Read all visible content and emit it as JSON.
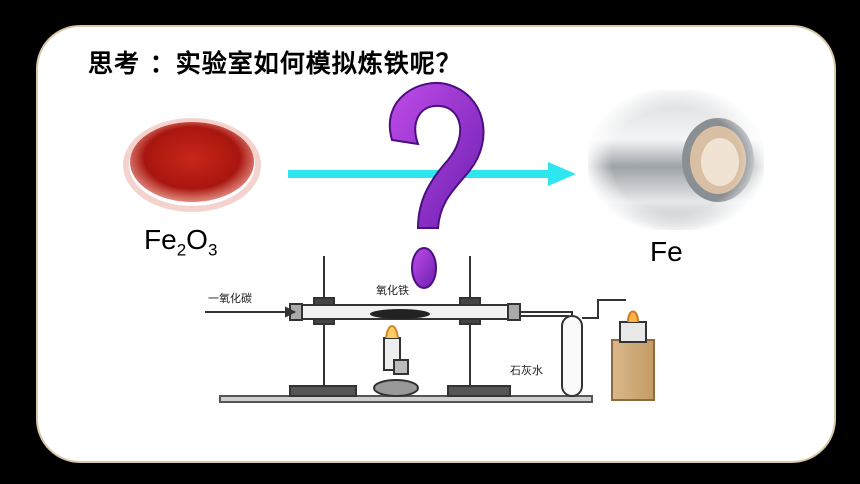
{
  "slide": {
    "question": "思考 ：实验室如何模拟炼铁呢？",
    "reactant_label": {
      "base1": "Fe",
      "sub1": "2",
      "base2": "O",
      "sub2": "3"
    },
    "product_label": "Fe",
    "apparatus": {
      "co_label": "一氧化碳",
      "iron_oxide_label": "氧化铁",
      "limewater_label": "石灰水"
    }
  },
  "colors": {
    "arrow": "#2ee6f0",
    "question_mark": "#9b3fd6",
    "powder": "#b31c14"
  },
  "icons": [
    "question-mark-icon",
    "right-arrow-icon"
  ]
}
